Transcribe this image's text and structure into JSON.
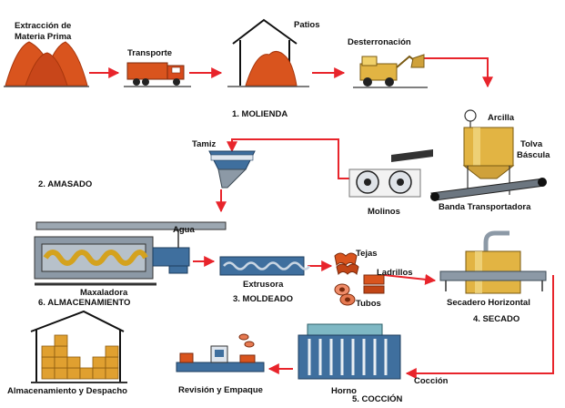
{
  "colors": {
    "flow_arrow": "#e8242b",
    "clay": "#d9541e",
    "clay_dark": "#a8360c",
    "machine_blue": "#3f6f9e",
    "steel": "#8c99a6",
    "gold": "#e2b443",
    "gold_dark": "#a47b1f"
  },
  "labels": {
    "extraccion_1": "Extracción de",
    "extraccion_2": "Materia Prima",
    "transporte": "Transporte",
    "patios": "Patios",
    "desterronacion": "Desterronación",
    "arcilla": "Arcilla",
    "tolva_1": "Tolva",
    "tolva_2": "Báscula",
    "tamiz": "Tamiz",
    "molinos": "Molinos",
    "banda": "Banda Transportadora",
    "agua": "Agua",
    "maxaladora": "Maxaladora",
    "extrusora": "Extrusora",
    "tejas": "Tejas",
    "ladrillos": "Ladrillos",
    "tubos": "Tubos",
    "secadero": "Secadero Horizontal",
    "coccion": "Cocción",
    "horno": "Horno",
    "revision": "Revisión y Empaque",
    "almacen": "Almacenamiento y Despacho"
  },
  "sections": {
    "s1": "1. MOLIENDA",
    "s2": "2. AMASADO",
    "s3": "3. MOLDEADO",
    "s4": "4. SECADO",
    "s5": "5. COCCIÓN",
    "s6": "6. ALMACENAMIENTO"
  },
  "icons": [
    "clay-mounds-icon",
    "dump-truck-icon",
    "storage-shed-icon",
    "loader-icon",
    "hopper-scale-icon",
    "sieve-icon",
    "mill-rollers-icon",
    "conveyor-belt-icon",
    "mixer-machine-icon",
    "extruder-icon",
    "products-icon",
    "horizontal-dryer-icon",
    "kiln-icon",
    "packing-station-icon",
    "warehouse-icon"
  ]
}
